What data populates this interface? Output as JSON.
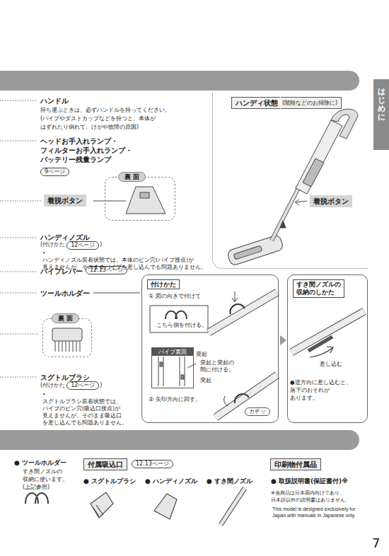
{
  "diagram": {
    "nodes": [
      {
        "text": [
          "はじめに"
        ]
      },
      {
        "text": [
          "ハンディ状態",
          "(階段などのお掃除に)"
        ]
      },
      {
        "text": [
          "着脱ボタン"
        ],
        "in": 1
      },
      {
        "text": [
          "9ページ"
        ]
      },
      {
        "text": [
          "裏 面"
        ]
      },
      {
        "text": [
          "着脱ボタン"
        ]
      },
      {
        "text": [
          "12ページ"
        ]
      },
      {
        "text": [
          "12.13ページ"
        ]
      },
      {
        "text": [
          "付けかた",
          "① 図の向きで付けて",
          "こちら側を付ける。",
          "② 矢印方向に回す。"
        ]
      },
      {
        "text": [
          "パイプ裏面"
        ],
        "in": 8
      },
      {
        "text": [
          "カチッ"
        ],
        "in": 8
      },
      {
        "text": [
          "すき間ノズルの 収納のしかた"
        ]
      },
      {
        "text": [
          "裏 面"
        ]
      },
      {
        "text": [
          "12ページ"
        ]
      },
      {
        "text": [
          "付属吸込口"
        ]
      },
      {
        "text": [
          "12.13ページ"
        ]
      },
      {
        "text": [
          "印刷物付属品"
        ]
      }
    ],
    "labels": [
      "ハンドル",
      "持ち運ぶときは、必ずハンドルを持ってください。 (パイプやダストカップなどを持つと、本体が はずれたり倒れて、けがや故障の原因)",
      "ヘッドお手入れランプ・ フィルターお手入れランプ・ バッテリー残量ランプ",
      "ハンディノズル",
      "(付けかた",
      ")",
      "• ハンディノズル装着状態では、本体のピン穴(パイプ接点)が 見えませんが、そのままパイプを差し込んでも問題ありません。",
      "パイプレバー",
      "ツールホルダー",
      "スグトルブラシ",
      "(付けかた",
      ")",
      "• スグトルブラシ装着状態では、 パイプのピン穴(吸込口接点)が 見えませんが、そのまま吸込口 を差し込んでも問題ありません。",
      "突起",
      "突起と突起の 間に付ける。",
      "突起",
      "差し込む",
      "●逆方向に差し込むと、 落下のおそれが あります。",
      "● ツールホルダー",
      "すき間ノズルの 収納に使います。 (上記参照)",
      "● スグトルブラシ",
      "● ハンディノズル",
      "● すき間ノズル",
      "● 取扱説明書(保証書付)※",
      "※当商品は日本国内向けであり、 日本語以外の説明書はありません。",
      "This model is designed exclusively for Japan,with manuals in Japanese only.",
      "7"
    ]
  }
}
